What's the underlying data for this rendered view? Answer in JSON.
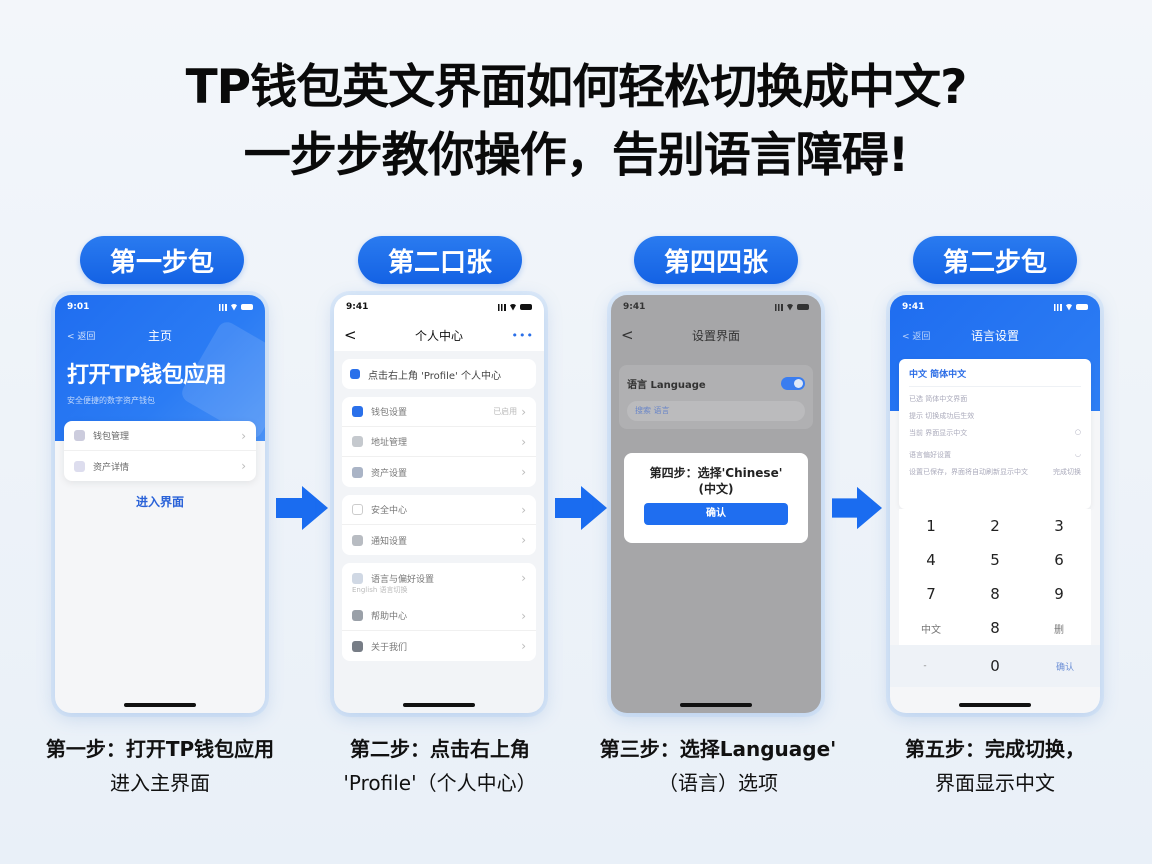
{
  "title": {
    "line1": "TP钱包英文界面如何轻松切换成中文?",
    "line2": "一步步教你操作，告别语言障碍!"
  },
  "colors": {
    "accent": "#1f6ef0",
    "pill": "#1462e4",
    "modal_overlay": "#a6a6a8",
    "background": "#eef3f9"
  },
  "steps": [
    {
      "pill_label": "第一步包",
      "phone": {
        "time": "9:01",
        "back_label": "< 返回",
        "nav_title": "主页",
        "hero_title": "打开TP钱包应用",
        "hero_sub": "安全便捷的数字资产钱包",
        "rows": [
          {
            "label": "钱包管理",
            "icon": "wallet-icon"
          },
          {
            "label": "资产详情",
            "icon": "asset-icon"
          }
        ],
        "link_label": "进入界面"
      },
      "caption": {
        "line1": "第一步：打开TP钱包应用",
        "line2": "进入主界面"
      }
    },
    {
      "pill_label": "第二口张",
      "phone": {
        "time": "9:41",
        "back_label": "<",
        "nav_title": "个人中心",
        "more_label": "•••",
        "profile_hint": "点击右上角 'Profile' 个人中心",
        "groups": [
          [
            {
              "label": "钱包设置",
              "value": "已启用"
            },
            {
              "label": "地址管理"
            },
            {
              "label": "资产设置"
            }
          ],
          [
            {
              "label": "安全中心"
            },
            {
              "label": "通知设置"
            }
          ],
          [
            {
              "label": "语言与偏好设置",
              "sub": "English 语言切换"
            },
            {
              "label": "帮助中心"
            },
            {
              "label": "关于我们"
            }
          ]
        ]
      },
      "caption": {
        "line1": "第二步：点击右上角",
        "line2": "'Profile'（个人中心）"
      }
    },
    {
      "pill_label": "第四四张",
      "phone": {
        "time": "9:41",
        "back_label": "<",
        "nav_title": "设置界面",
        "language_row": "语言 Language",
        "toggle_on": true,
        "search_hint": "搜索 语言",
        "dialog_text_line1": "第四步：选择'Chinese'",
        "dialog_text_line2": "(中文)",
        "confirm_label": "确认"
      },
      "caption": {
        "line1": "第三步：选择Language'",
        "line2": "（语言）选项"
      }
    },
    {
      "pill_label": "第二步包",
      "phone": {
        "time": "9:41",
        "back_label": "< 返回",
        "nav_title": "语言设置",
        "info_head": "中文 简体中文",
        "info_lines": [
          {
            "left": "已选 简体中文界面",
            "right": ""
          },
          {
            "left": "提示 切换成功后生效",
            "right": ""
          },
          {
            "left": "当前 界面显示中文",
            "right": "○"
          },
          {
            "left": "语言偏好设置",
            "right": "◡"
          },
          {
            "left": "设置已保存，界面将自动刷新显示中文",
            "right": "完成切换"
          }
        ],
        "keys": [
          "1",
          "2",
          "3",
          "4",
          "5",
          "6",
          "7",
          "8",
          "9",
          "中文",
          "8",
          "删"
        ],
        "bottom_keys": [
          "-",
          "0",
          "确认"
        ]
      },
      "caption": {
        "line1": "第五步：完成切换，",
        "line2": "界面显示中文"
      }
    }
  ]
}
